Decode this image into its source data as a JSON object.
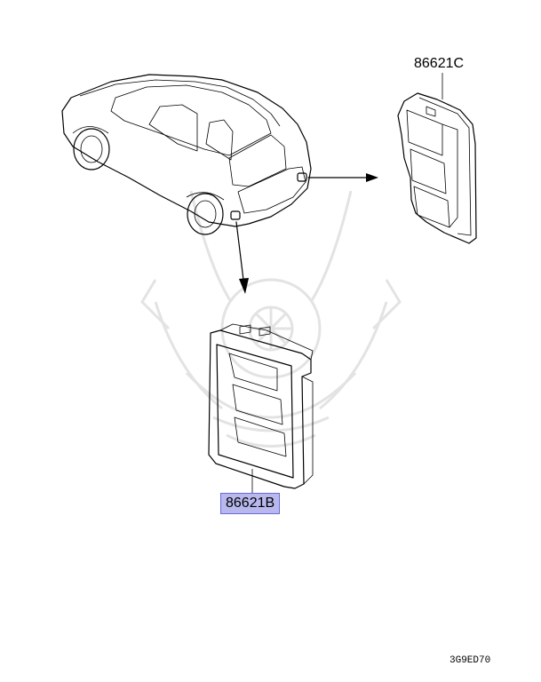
{
  "parts": {
    "part_c": {
      "number": "86621C",
      "highlighted": false
    },
    "part_b": {
      "number": "86621B",
      "highlighted": true
    }
  },
  "diagram_code": "3G9ED70",
  "colors": {
    "line": "#000000",
    "highlight_fill": "#b8b8ee",
    "highlight_border": "#6a6ad8",
    "watermark": "#e3e3e3"
  },
  "icons": {
    "watermark": "samurai-helmet-watermark-icon"
  }
}
